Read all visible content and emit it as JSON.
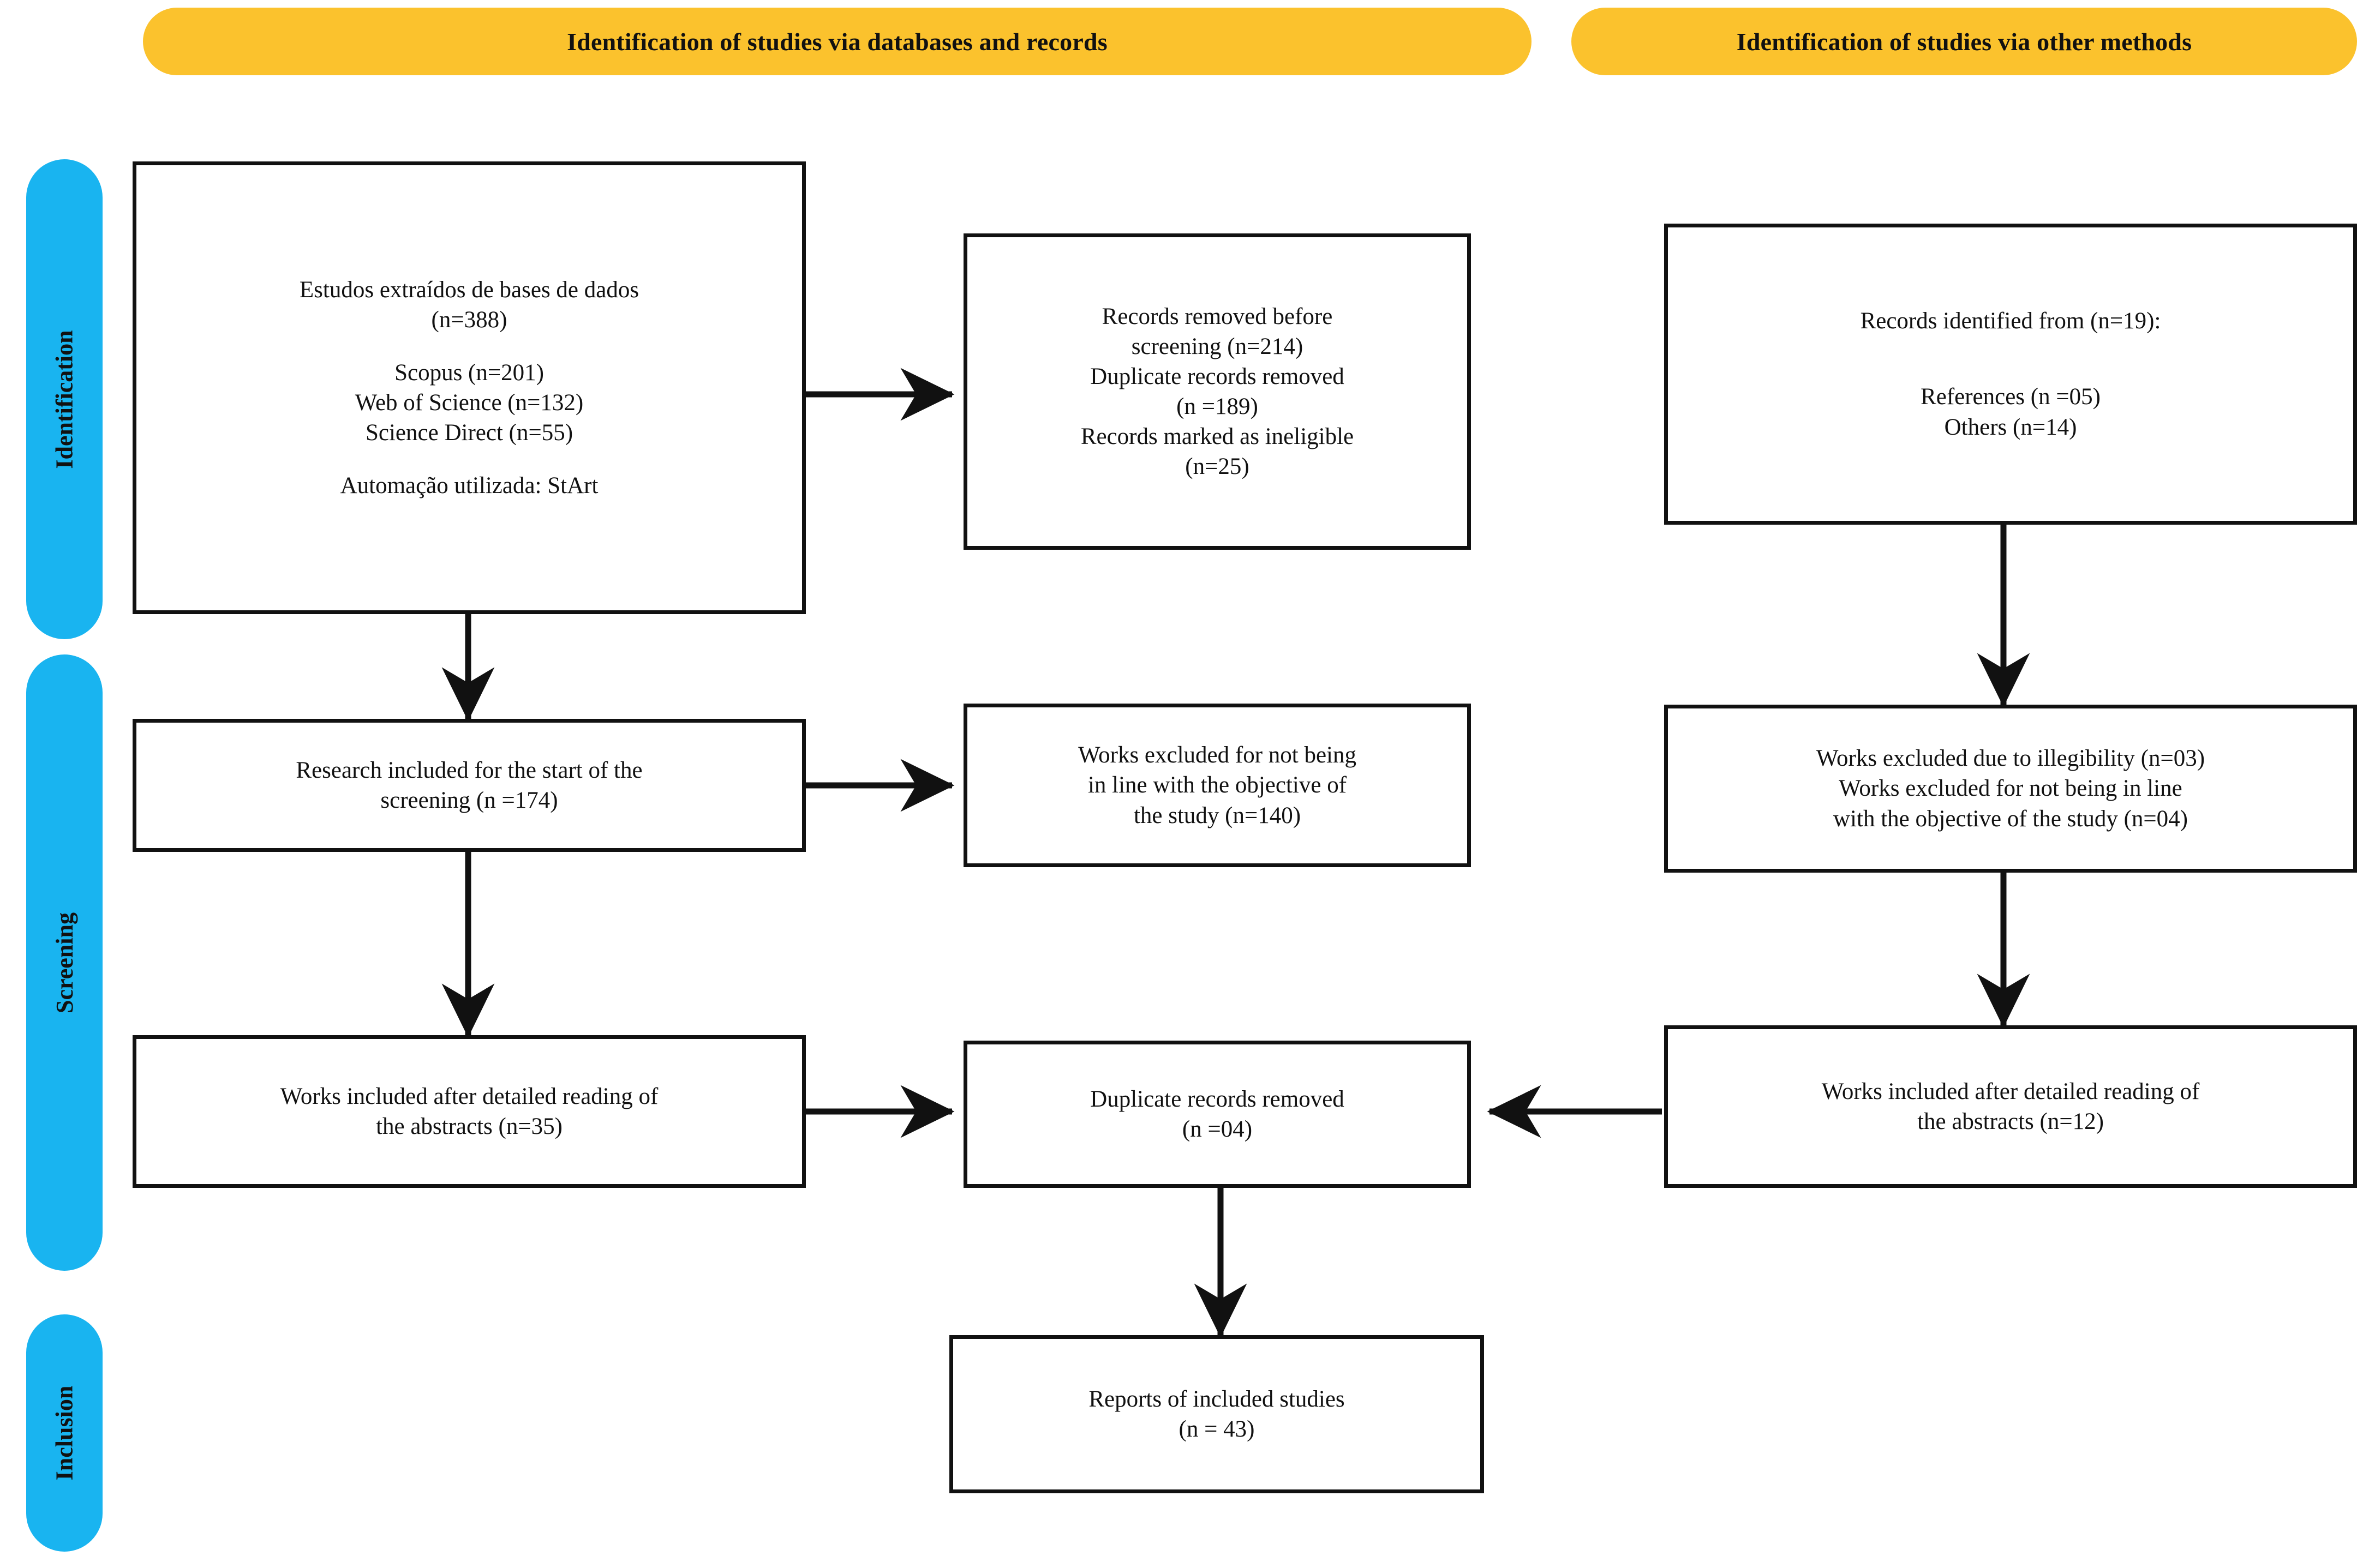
{
  "colors": {
    "banner": "#FBC22D",
    "stage_tab": "#19B4F0",
    "box_border": "#111111",
    "text": "#111111",
    "background": "#FFFFFF"
  },
  "banners": {
    "databases": "Identification of studies via databases and records",
    "other_methods": "Identification of studies via other methods"
  },
  "stages": {
    "identification": "Identification",
    "screening": "Screening",
    "inclusion": "Inclusion"
  },
  "boxes": {
    "records_identified_db": {
      "l1": "Estudos extraídos de bases de dados",
      "l2": "(n=388)",
      "l3": "Scopus (n=201)",
      "l4": "Web of Science (n=132)",
      "l5": "Science Direct (n=55)",
      "l6": "Automação utilizada: StArt"
    },
    "records_removed": {
      "l1": "Records removed before",
      "l2": "screening (n=214)",
      "l3": "Duplicate records removed",
      "l4": "(n =189)",
      "l5": "Records marked as ineligible",
      "l6": "(n=25)"
    },
    "records_identified_other": {
      "l1": "Records identified from (n=19):",
      "l2": "References (n =05)",
      "l3": "Others (n=14)"
    },
    "research_included_screening": {
      "l1": "Research included for the start of the",
      "l2": "screening (n =174)"
    },
    "works_excluded_objective": {
      "l1": "Works excluded for not being",
      "l2": "in line with the objective of",
      "l3": "the study  (n=140)"
    },
    "works_excluded_illegibility": {
      "l1": "Works excluded due to illegibility (n=03)",
      "l2": "Works excluded for not being in line",
      "l3": "with the objective of the study (n=04)"
    },
    "works_included_abstracts_left": {
      "l1": "Works included after detailed reading of",
      "l2": "the abstracts (n=35)"
    },
    "duplicate_records_removed": {
      "l1": "Duplicate records removed",
      "l2": "(n =04)"
    },
    "works_included_abstracts_right": {
      "l1": "Works included after detailed reading of",
      "l2": "the abstracts (n=12)"
    },
    "reports_included": {
      "l1": "Reports of included studies",
      "l2": "(n = 43)"
    }
  },
  "chart_data": {
    "type": "diagram",
    "title": "PRISMA 2020 flow diagram",
    "nodes": [
      {
        "id": "records_identified_db",
        "stage": "Identification",
        "column": "databases",
        "n": 388,
        "breakdown": {
          "Scopus": 201,
          "Web of Science": 132,
          "Science Direct": 55
        },
        "automation": "StArt"
      },
      {
        "id": "records_removed",
        "stage": "Identification",
        "column": "databases",
        "n": 214,
        "breakdown": {
          "Duplicate records removed": 189,
          "Records marked as ineligible": 25
        }
      },
      {
        "id": "records_identified_other",
        "stage": "Identification",
        "column": "other_methods",
        "n": 19,
        "breakdown": {
          "References": 5,
          "Others": 14
        }
      },
      {
        "id": "research_included_screening",
        "stage": "Screening",
        "column": "databases",
        "n": 174
      },
      {
        "id": "works_excluded_objective",
        "stage": "Screening",
        "column": "databases",
        "n": 140
      },
      {
        "id": "works_excluded_illegibility",
        "stage": "Screening",
        "column": "other_methods",
        "breakdown": {
          "Illegibility": 3,
          "Not in line with objective": 4
        }
      },
      {
        "id": "works_included_abstracts_left",
        "stage": "Screening",
        "column": "databases",
        "n": 35
      },
      {
        "id": "duplicate_records_removed",
        "stage": "Screening",
        "column": "center",
        "n": 4
      },
      {
        "id": "works_included_abstracts_right",
        "stage": "Screening",
        "column": "other_methods",
        "n": 12
      },
      {
        "id": "reports_included",
        "stage": "Inclusion",
        "column": "center",
        "n": 43
      }
    ],
    "edges": [
      {
        "from": "records_identified_db",
        "to": "records_removed",
        "direction": "right"
      },
      {
        "from": "records_identified_db",
        "to": "research_included_screening",
        "direction": "down"
      },
      {
        "from": "research_included_screening",
        "to": "works_excluded_objective",
        "direction": "right"
      },
      {
        "from": "research_included_screening",
        "to": "works_included_abstracts_left",
        "direction": "down"
      },
      {
        "from": "works_included_abstracts_left",
        "to": "duplicate_records_removed",
        "direction": "right"
      },
      {
        "from": "records_identified_other",
        "to": "works_excluded_illegibility",
        "direction": "down"
      },
      {
        "from": "works_excluded_illegibility",
        "to": "works_included_abstracts_right",
        "direction": "down"
      },
      {
        "from": "works_included_abstracts_right",
        "to": "duplicate_records_removed",
        "direction": "left"
      },
      {
        "from": "duplicate_records_removed",
        "to": "reports_included",
        "direction": "down"
      }
    ]
  }
}
